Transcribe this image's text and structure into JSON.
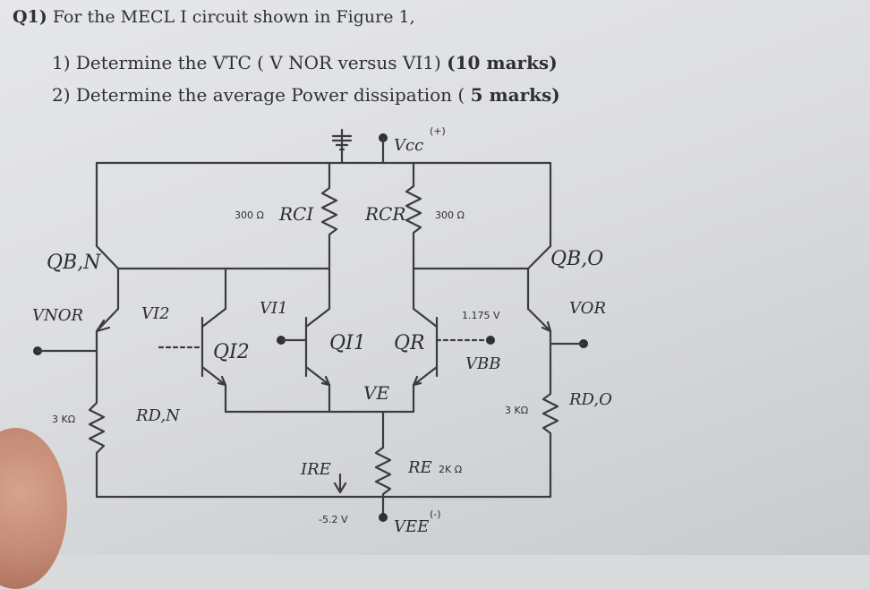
{
  "question": {
    "number": "Q1)",
    "title": "For the MECL I circuit shown in Figure 1,",
    "items": [
      {
        "num": "1)",
        "text": "Determine the VTC ( V NOR versus VI1)",
        "marks": "(10 marks)"
      },
      {
        "num": "2)",
        "text": "Determine the average Power dissipation (",
        "marks": "5 marks)"
      }
    ]
  },
  "circuit": {
    "vcc_label": "Vcc",
    "vcc_sup": "(+)",
    "rci_value": "300 Ω",
    "rci_label": "RCI",
    "rcr_label": "RCR",
    "rcr_value": "300 Ω",
    "qbn_label": "QB,N",
    "qbo_label": "QB,O",
    "vnor_label": "VNOR",
    "vi2_label": "VI2",
    "vi1_label": "VI1",
    "qi2_label": "QI2",
    "qi1_label": "QI1",
    "qr_label": "QR",
    "vbb_value": "1.175 V",
    "vbb_label": "VBB",
    "vor_label": "VOR",
    "ve_label": "VE",
    "rdn_value": "3 KΩ",
    "rdn_label": "RD,N",
    "rdo_value": "3 KΩ",
    "rdo_label": "RD,O",
    "ire_label": "IRE",
    "re_label": "RE",
    "re_value": "2K Ω",
    "vee_value": "-5.2 V",
    "vee_label": "VEE",
    "vee_sup": "(-)"
  }
}
